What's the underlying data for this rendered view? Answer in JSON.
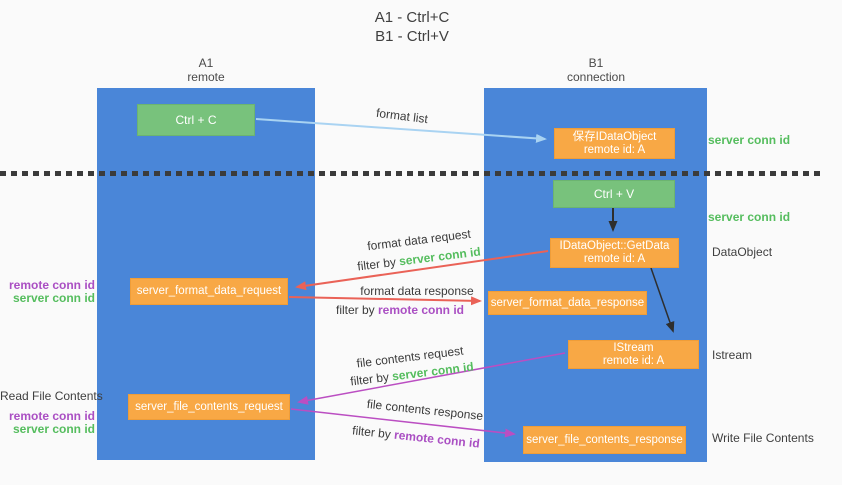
{
  "title": {
    "line1": "A1 - Ctrl+C",
    "line2": "B1 - Ctrl+V"
  },
  "lanes": {
    "left": {
      "title": "A1",
      "subtitle": "remote"
    },
    "right": {
      "title": "B1",
      "subtitle": "connection"
    }
  },
  "nodes": {
    "ctrl_c": {
      "label": "Ctrl + C"
    },
    "save_idataobject": {
      "line1": "保存IDataObject",
      "line2": "remote id: A"
    },
    "ctrl_v": {
      "label": "Ctrl + V"
    },
    "getdata": {
      "line1": "IDataObject::GetData",
      "line2": "remote id: A"
    },
    "server_format_data_request": {
      "label": "server_format_data_request"
    },
    "server_format_data_response": {
      "label": "server_format_data_response"
    },
    "istream": {
      "line1": "IStream",
      "line2": "remote id: A"
    },
    "server_file_contents_request": {
      "label": "server_file_contents_request"
    },
    "server_file_contents_response": {
      "label": "server_file_contents_response"
    }
  },
  "flow_labels": {
    "format_list": "format list",
    "format_data_request": "format data request",
    "format_data_response": "format data response",
    "file_contents_request": "file contents request",
    "file_contents_response": "file contents response",
    "filter_prefix": "filter by ",
    "server_conn_id": "server conn id",
    "remote_conn_id": "remote conn id"
  },
  "side_labels": {
    "right_server_conn_id_top": "server conn id",
    "right_server_conn_id_mid": "server conn id",
    "data_object": "DataObject",
    "istream": "Istream",
    "write_file_contents": "Write File Contents",
    "left_remote_conn_id_top": "remote conn id",
    "left_server_conn_id_top": "server conn id",
    "read_file_contents": "Read File Contents",
    "left_remote_conn_id_bottom": "remote conn id",
    "left_server_conn_id_bottom": "server conn id"
  },
  "colors": {
    "lane_blue": "#4a86d8",
    "box_green": "#78c27c",
    "box_orange": "#f8a845",
    "green_text": "#55bd5e",
    "purple_text": "#aa4fc3",
    "red_arrow": "#ea6257",
    "magenta_arrow": "#bb4ec2",
    "blue_arrow": "#a9d3f2",
    "black_arrow": "#2e2e2e"
  }
}
